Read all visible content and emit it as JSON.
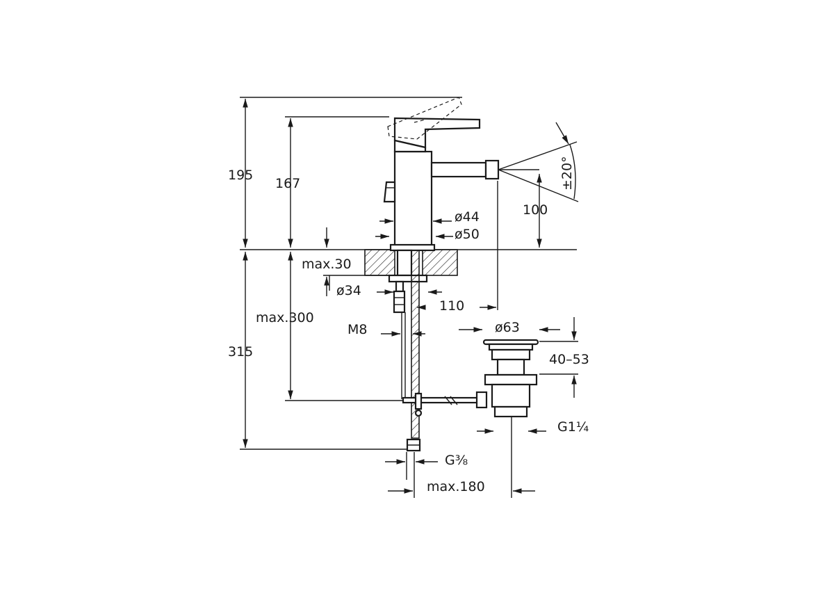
{
  "dimensions": {
    "d195": "195",
    "d167": "167",
    "d315": "315",
    "max300": "max.300",
    "max30": "max.30",
    "dia34": "ø34",
    "m8": "M8",
    "dia44": "ø44",
    "dia50": "ø50",
    "d110": "110",
    "d100": "100",
    "angle": "±20°",
    "dia63": "ø63",
    "range4053": "40–53",
    "g114": "G1¼",
    "g38": "G⅜",
    "max180": "max.180"
  },
  "colors": {
    "line": "#1a1a1a",
    "background": "#ffffff"
  }
}
